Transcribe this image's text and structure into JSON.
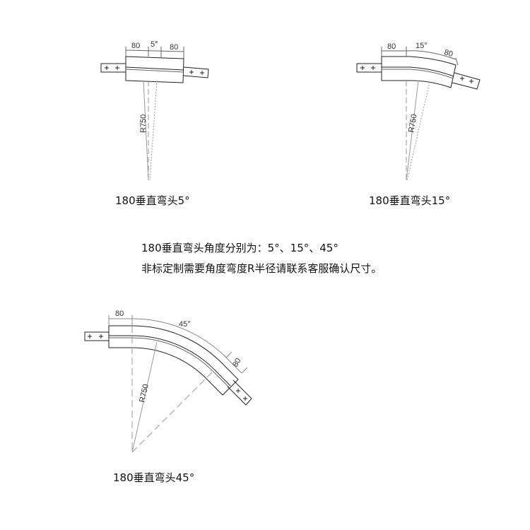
{
  "drawings": [
    {
      "caption": "180垂直弯头5°",
      "dim_left": "80",
      "angle": "5°",
      "dim_right": "80",
      "radius": "R750"
    },
    {
      "caption": "180垂直弯头15°",
      "dim_left": "80",
      "angle": "15°",
      "dim_right": "80",
      "radius": "R750"
    },
    {
      "caption": "180垂直弯头45°",
      "dim_left": "80",
      "angle": "45°",
      "dim_right": "80",
      "radius": "R750"
    }
  ],
  "notes": {
    "line1": "180垂直弯头角度分别为：5°、15°、45°",
    "line2": "非标定制需要角度弯度R半径请联系客服确认尺寸。"
  },
  "colors": {
    "line": "#222222",
    "construction": "#999999"
  }
}
